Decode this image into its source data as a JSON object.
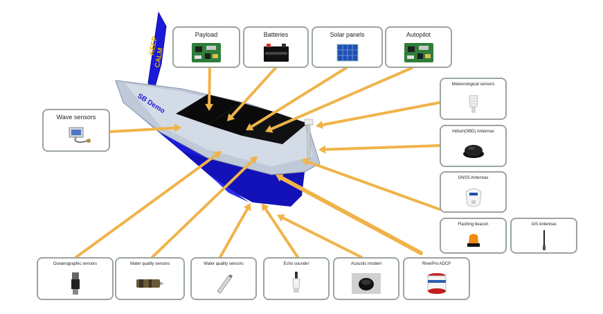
{
  "diagram": {
    "boat_mast_text": "KEEP",
    "boat_mast_text2": "CALM",
    "boat_hull_text": "SB Demo",
    "colors": {
      "hull": "#1a1ad8",
      "hull_dark": "#0c0c9e",
      "deck": "#bfc9d8",
      "panel": "#0a0a0a",
      "arrow": "#f0b34a",
      "box_border": "#9aa59c",
      "mast_text": "#d9b400"
    },
    "components": [
      {
        "id": "payload",
        "label": "Payload",
        "icon": "circuit-board-icon"
      },
      {
        "id": "batteries",
        "label": "Batteries",
        "icon": "battery-icon"
      },
      {
        "id": "solar",
        "label": "Solar panels",
        "icon": "solar-panel-icon"
      },
      {
        "id": "autopilot",
        "label": "Autopilot",
        "icon": "circuit-board-icon"
      },
      {
        "id": "wave",
        "label": "Wave sensors",
        "icon": "wave-sensor-icon"
      },
      {
        "id": "meteo",
        "label": "Meteorological sensors",
        "icon": "weather-station-icon"
      },
      {
        "id": "iridium",
        "label": "Iridium(SBD) Antennas",
        "icon": "puck-antenna-icon"
      },
      {
        "id": "gnss",
        "label": "GNSS Antennas",
        "icon": "gnss-antenna-icon"
      },
      {
        "id": "beacon",
        "label": "Flashing beacon",
        "icon": "beacon-icon"
      },
      {
        "id": "ais",
        "label": "AIS Antennas",
        "icon": "whip-antenna-icon"
      },
      {
        "id": "ocean",
        "label": "Oceanographic sensors",
        "icon": "ctd-sensor-icon"
      },
      {
        "id": "wq1",
        "label": "Water quality sensors",
        "icon": "probe-icon"
      },
      {
        "id": "wq2",
        "label": "Water quality sensors",
        "icon": "pen-probe-icon"
      },
      {
        "id": "echo",
        "label": "Echo sounder",
        "icon": "transducer-icon"
      },
      {
        "id": "modem",
        "label": "Acoustic modem",
        "icon": "modem-icon"
      },
      {
        "id": "adcp",
        "label": "RiverPro ADCP",
        "icon": "adcp-icon"
      }
    ]
  }
}
